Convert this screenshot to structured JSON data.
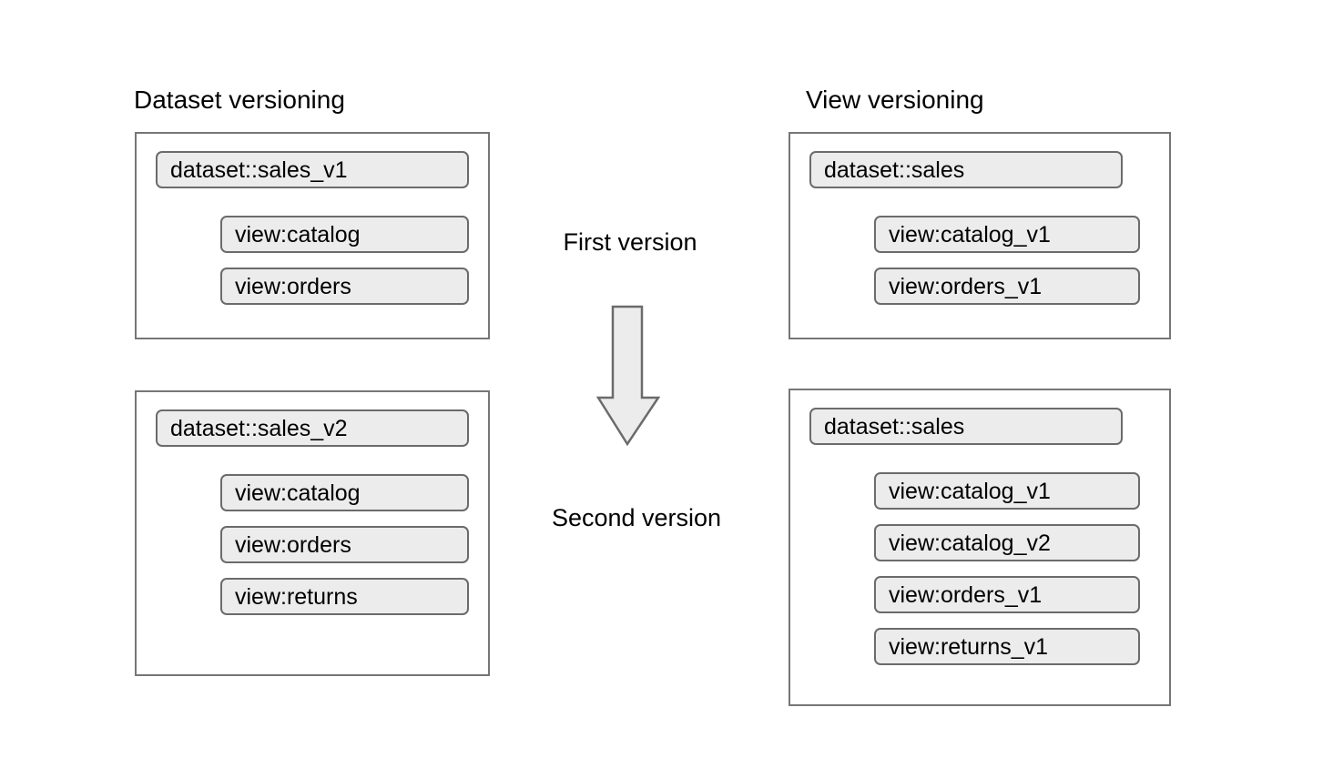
{
  "diagram": {
    "title_left": "Dataset versioning",
    "title_right": "View versioning",
    "center_labels": {
      "first": "First version",
      "second": "Second version"
    },
    "arrow": {
      "icon": "down-arrow-icon",
      "direction": "down",
      "fill": "#ececec",
      "stroke": "#6b6b6b"
    },
    "colors": {
      "pill_fill": "#ececec",
      "pill_border": "#6b6b6b",
      "box_border": "#767676",
      "background": "#ffffff",
      "text": "#000000"
    },
    "columns": [
      {
        "id": "dataset-versioning",
        "title": "Dataset versioning",
        "groups": [
          {
            "id": "dataset-versioning-v1",
            "version_label": "First version",
            "dataset": "dataset::sales_v1",
            "views": [
              "view:catalog",
              "view:orders"
            ]
          },
          {
            "id": "dataset-versioning-v2",
            "version_label": "Second version",
            "dataset": "dataset::sales_v2",
            "views": [
              "view:catalog",
              "view:orders",
              "view:returns"
            ]
          }
        ]
      },
      {
        "id": "view-versioning",
        "title": "View versioning",
        "groups": [
          {
            "id": "view-versioning-v1",
            "version_label": "First version",
            "dataset": "dataset::sales",
            "views": [
              "view:catalog_v1",
              "view:orders_v1"
            ]
          },
          {
            "id": "view-versioning-v2",
            "version_label": "Second version",
            "dataset": "dataset::sales",
            "views": [
              "view:catalog_v1",
              "view:catalog_v2",
              "view:orders_v1",
              "view:returns_v1"
            ]
          }
        ]
      }
    ]
  }
}
